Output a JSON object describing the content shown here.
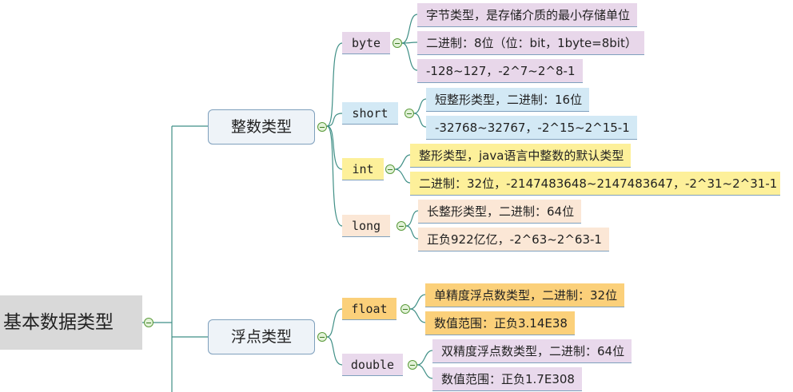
{
  "root": {
    "label": "基本数据类型"
  },
  "categories": [
    {
      "label": "整数类型"
    },
    {
      "label": "浮点类型"
    }
  ],
  "types": [
    {
      "label": "byte",
      "details": [
        "字节类型，是存储介质的最小存储单位",
        "二进制：8位（位：bit，1byte=8bit）",
        "-128~127，-2^7~2^8-1"
      ]
    },
    {
      "label": "short",
      "details": [
        "短整形类型，二进制：16位",
        "-32768~32767，-2^15~2^15-1"
      ]
    },
    {
      "label": "int",
      "details": [
        "整形类型，java语言中整数的默认类型",
        "二进制：32位，-2147483648~2147483647，-2^31~2^31-1"
      ]
    },
    {
      "label": "long",
      "details": [
        "长整形类型，二进制：64位",
        "正负922亿亿，-2^63~2^63-1"
      ]
    },
    {
      "label": "float",
      "details": [
        "单精度浮点数类型，二进制：32位",
        "数值范围：正负3.14E38"
      ]
    },
    {
      "label": "double",
      "details": [
        "双精度浮点数类型，二进制：64位",
        "数值范围：正负1.7E308"
      ]
    }
  ],
  "colors": {
    "connector": "#3f8f86",
    "root_fill": "#d9d9d9",
    "category_fill": "#eef3f8",
    "byte_fill": "#e8d7ea",
    "short_fill": "#d3e9f5",
    "int_fill": "#fdf09a",
    "long_fill": "#fbe7d6",
    "float_fill": "#fbd07a",
    "double_fill": "#e9d9ec"
  }
}
